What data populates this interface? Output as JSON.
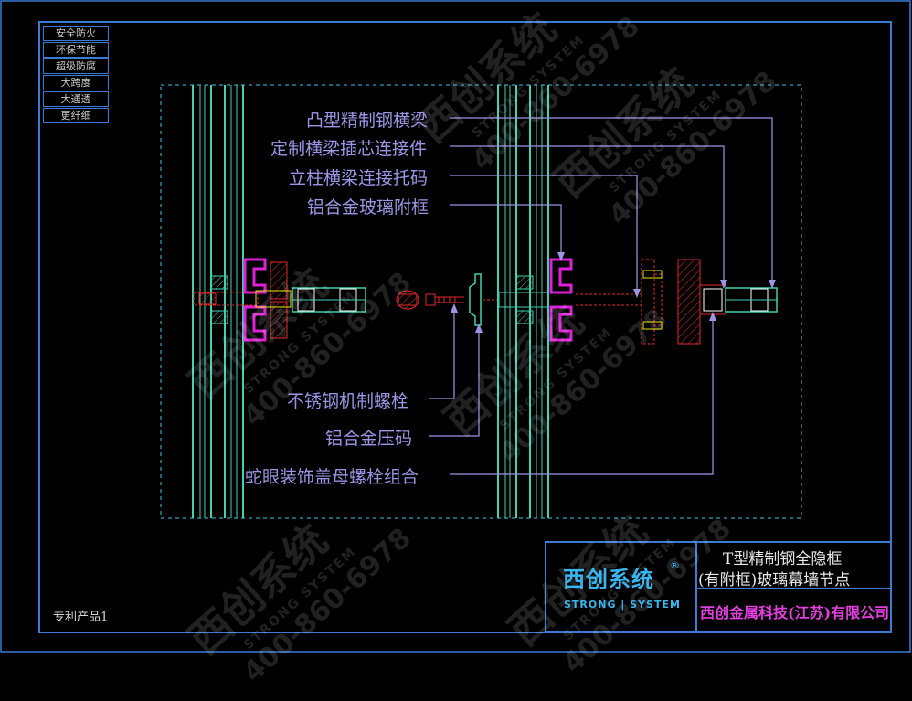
{
  "feature_tags": [
    "安全防火",
    "环保节能",
    "超级防腐",
    "大跨度",
    "大通透",
    "更纤细"
  ],
  "callouts": {
    "c1": "凸型精制钢横梁",
    "c2": "定制横梁插芯连接件",
    "c3": "立柱横梁连接托码",
    "c4": "铝合金玻璃附框",
    "c5": "不锈钢机制螺栓",
    "c6": "铝合金压码",
    "c7": "蛇眼装饰盖母螺栓组合"
  },
  "patent_label": "专利产品1",
  "title_block": {
    "title_line1": "T型精制钢全隐框",
    "title_line2": "(有附框)玻璃幕墙节点",
    "company": "西创金属科技(江苏)有限公司",
    "logo_cn": "西创系统",
    "logo_en": "STRONG | SYSTEM",
    "logo_reg": "®"
  },
  "watermark": {
    "cn": "西创系统",
    "en": "STRONG SYSTEM",
    "phone": "400-860-6978"
  },
  "colors": {
    "frame": "#3a7bd5",
    "callout": "#9c95e6",
    "glass": "#3fd1b0",
    "magenta": "#e020d8",
    "red": "#e02828",
    "cyan": "#38c8e8",
    "company": "#e43de0"
  }
}
